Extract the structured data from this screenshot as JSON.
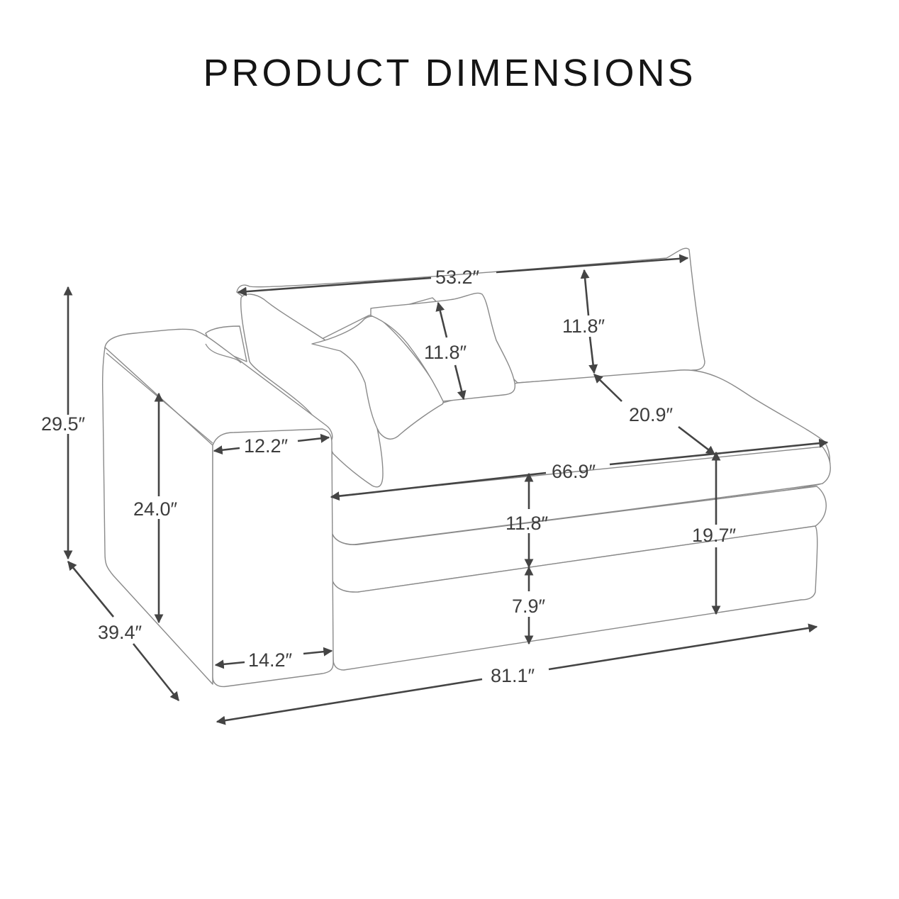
{
  "title": "PRODUCT DIMENSIONS",
  "colors": {
    "title": "#151515",
    "dimension_lines": "#444444",
    "outline": "#8a8a8a",
    "background": "#ffffff"
  },
  "dimensions": {
    "total_height": "29.5″",
    "arm_height": "24.0″",
    "total_depth": "39.4″",
    "arm_top_width": "12.2″",
    "arm_bottom_width": "14.2″",
    "back_cushion_width": "53.2″",
    "back_cushion_height": "11.8″",
    "throw_pillow_height": "11.8″",
    "seat_depth": "20.9″",
    "seat_width": "66.9″",
    "seat_cushion_height": "11.8″",
    "base_height": "7.9″",
    "seat_height": "19.7″",
    "total_width": "81.1″"
  }
}
